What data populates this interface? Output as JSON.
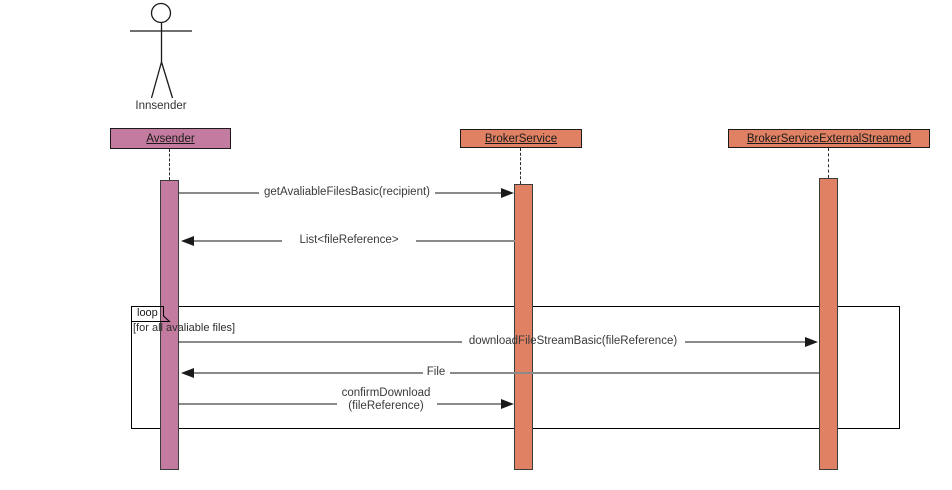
{
  "actor": {
    "label": "Innsender"
  },
  "participants": [
    {
      "label": "Avsender",
      "fill": "#c47ba0"
    },
    {
      "label": "BrokerService",
      "fill": "#e08163"
    },
    {
      "label": "BrokerServiceExternalStreamed",
      "fill": "#e08163"
    }
  ],
  "messages": [
    {
      "label": "getAvaliableFilesBasic(recipient)",
      "from": "Avsender",
      "to": "BrokerService",
      "direction": "right"
    },
    {
      "label": "List<fileReference>",
      "from": "BrokerService",
      "to": "Avsender",
      "direction": "left"
    },
    {
      "label": "downloadFileStreamBasic(fileReference)",
      "from": "Avsender",
      "to": "BrokerServiceExternalStreamed",
      "direction": "right"
    },
    {
      "label": "File",
      "from": "BrokerServiceExternalStreamed",
      "to": "Avsender",
      "direction": "left"
    },
    {
      "label_lines": [
        "confirmDownload",
        "(fileReference)"
      ],
      "from": "Avsender",
      "to": "BrokerService",
      "direction": "right"
    }
  ],
  "fragment": {
    "operator": "loop",
    "guard": "[for all avaliable files]"
  },
  "colors": {
    "participant_purple": "#c47ba0",
    "participant_salmon": "#e08163",
    "message_line_gray": "#8a8a8a",
    "border_black": "#1a1a1a",
    "background": "#ffffff"
  }
}
